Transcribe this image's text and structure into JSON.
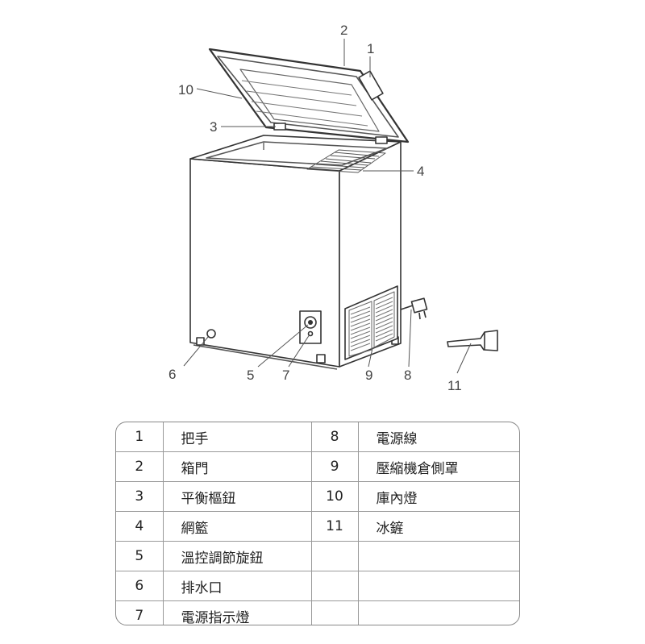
{
  "callouts": {
    "c1": "1",
    "c2": "2",
    "c3": "3",
    "c4": "4",
    "c5": "5",
    "c6": "6",
    "c7": "7",
    "c8": "8",
    "c9": "9",
    "c10": "10",
    "c11": "11"
  },
  "parts": {
    "rows": [
      {
        "n1": "1",
        "name1": "把手",
        "n2": "8",
        "name2": "電源線"
      },
      {
        "n1": "2",
        "name1": "箱門",
        "n2": "9",
        "name2": "壓縮機倉側罩"
      },
      {
        "n1": "3",
        "name1": "平衡樞鈕",
        "n2": "10",
        "name2": "庫內燈"
      },
      {
        "n1": "4",
        "name1": "網籃",
        "n2": "11",
        "name2": "冰鏟"
      },
      {
        "n1": "5",
        "name1": "溫控調節旋鈕",
        "n2": "",
        "name2": ""
      },
      {
        "n1": "6",
        "name1": "排水口",
        "n2": "",
        "name2": ""
      },
      {
        "n1": "7",
        "name1": "電源指示燈",
        "n2": "",
        "name2": ""
      }
    ]
  }
}
